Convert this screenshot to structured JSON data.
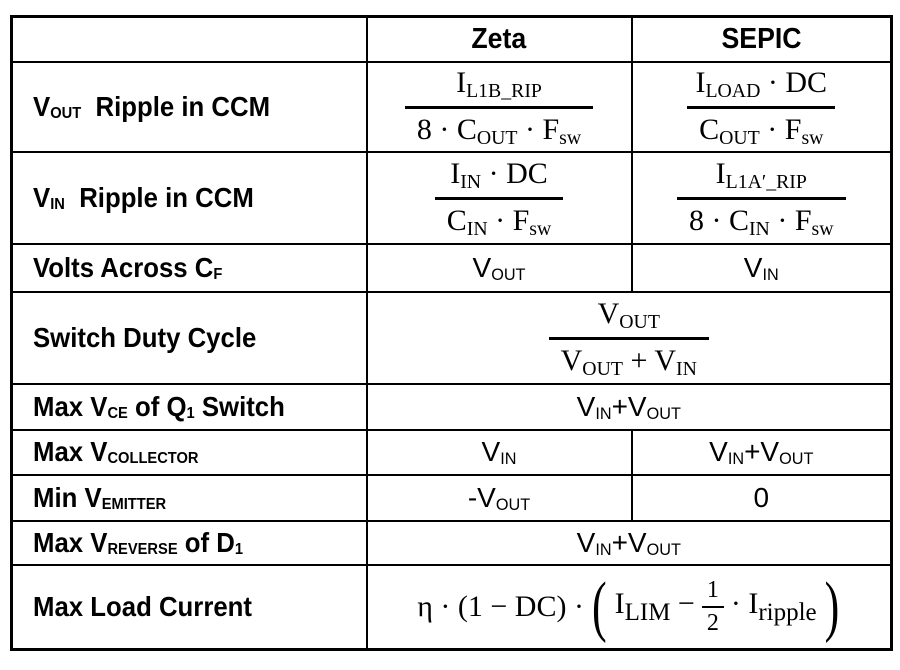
{
  "table": {
    "columns": {
      "zeta": "Zeta",
      "sepic": "SEPIC"
    },
    "rows": [
      {
        "label": "V_{OUT}  Ripple in CCM",
        "zeta": {
          "num": "I_{L1B_RIP}",
          "den": "8 · C_{OUT} · F_{sw}"
        },
        "sepic": {
          "num": "I_{LOAD} · DC",
          "den": "C_{OUT} · F_{sw}"
        }
      },
      {
        "label": "V_{IN}  Ripple in CCM",
        "zeta": {
          "num": "I_{IN} · DC",
          "den": "C_{IN} · F_{sw}"
        },
        "sepic": {
          "num": "I_{L1A′_RIP}",
          "den": "8 · C_{IN} · F_{sw}"
        }
      },
      {
        "label": "Volts Across C_{F}",
        "zeta_value": "V_{OUT}",
        "sepic_value": "V_{IN}"
      },
      {
        "label": "Switch Duty Cycle",
        "shared": {
          "num": "V_{OUT}",
          "den": "V_{OUT} + V_{IN}"
        }
      },
      {
        "label": "Max V_{CE} of Q_{1} Switch",
        "shared_value": "V_{IN}+V_{OUT}"
      },
      {
        "label": "Max V_{COLLECTOR}",
        "zeta_value": "V_{IN}",
        "sepic_value": "V_{IN}+V_{OUT}"
      },
      {
        "label": "Min V_{EMITTER}",
        "zeta_value": "-V_{OUT}",
        "sepic_value": "0"
      },
      {
        "label": "Max V_{REVERSE} of D_{1}",
        "shared_value": "V_{IN}+V_{OUT}"
      },
      {
        "label": "Max Load Current",
        "shared_formula": {
          "prefix": "η · (1 − DC) ·",
          "open_paren": "(",
          "term1": "I_{LIM} −",
          "frac_num": "1",
          "frac_den": "2",
          "term2": "· I_{ripple}",
          "close_paren": ")"
        }
      }
    ]
  },
  "colors": {
    "border": "#000000",
    "text": "#000000",
    "background": "#ffffff"
  }
}
